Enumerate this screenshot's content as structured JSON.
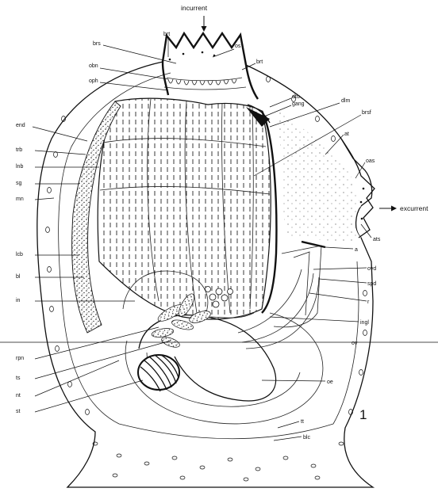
{
  "labels": {
    "incurrent": "incurrent",
    "excurrent": "excurrent",
    "brt_left": "brt",
    "brs": "brs",
    "os": "os",
    "brt_right": "brt",
    "obn": "obn",
    "oph": "oph",
    "dtu": "dtu",
    "gang": "gang",
    "dlm": "dlm",
    "brsf": "brsf",
    "at": "at",
    "end": "end",
    "trb": "trb",
    "lnb": "lnb",
    "sg": "sg",
    "mn": "mn",
    "oas": "oas",
    "ats": "ats",
    "lcb": "lcb",
    "a": "a",
    "bl": "bl",
    "ovd": "ovd",
    "spd": "spd",
    "in": "in",
    "r": "r",
    "ingl": "ingl",
    "ov": "ov",
    "rpn": "rpn",
    "ts": "ts",
    "nt": "nt",
    "oe": "oe",
    "st": "st",
    "tt": "tt",
    "blc": "blc",
    "figure_number": "1"
  },
  "colors": {
    "ink": "#111111",
    "paper": "#ffffff",
    "stipple": "#222222"
  }
}
